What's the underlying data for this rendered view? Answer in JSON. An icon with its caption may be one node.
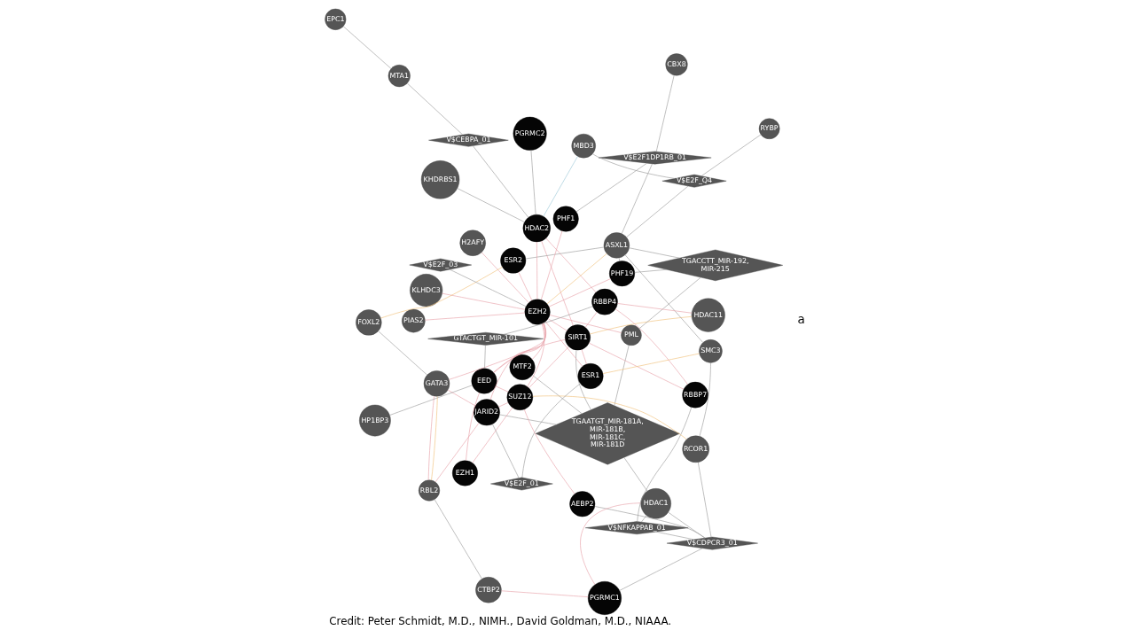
{
  "diagram": {
    "caption": "Credit: Peter Schmidt, M.D., NIMH., David Goldman, M.D., NIAAA.",
    "nodes": [
      {
        "text": [
          "CTBP2"
        ]
      },
      {
        "text": [
          "V$CDPCR3_01"
        ]
      },
      {
        "text": [
          "PGRMC1"
        ]
      },
      {
        "text": [
          "V$NFKAPPAB_01"
        ]
      },
      {
        "text": [
          "RBL2"
        ]
      },
      {
        "text": [
          "TGAATGT_MIR-181A,MIR-181B,MIR-181C,MIR-181D"
        ]
      },
      {
        "text": [
          "SIRT1"
        ]
      },
      {
        "text": [
          "RCOR1"
        ]
      },
      {
        "text": [
          "HDAC1"
        ]
      },
      {
        "text": [
          "V$E2F_01"
        ]
      },
      {
        "text": [
          "SMC3"
        ]
      },
      {
        "text": [
          "GATA3"
        ]
      },
      {
        "text": [
          "PML"
        ]
      },
      {
        "text": [
          "JARID2"
        ]
      },
      {
        "text": [
          "HDAC11"
        ]
      },
      {
        "text": [
          "KLHDC3"
        ]
      },
      {
        "text": [
          "AEBP2"
        ]
      },
      {
        "text": [
          "RBBP7"
        ]
      },
      {
        "text": [
          "EPC1"
        ]
      },
      {
        "text": [
          "MTF2"
        ]
      },
      {
        "text": [
          "HP1BP3"
        ]
      },
      {
        "text": [
          "PIAS2"
        ]
      },
      {
        "text": [
          "EZH1"
        ]
      },
      {
        "text": [
          "H2AFY"
        ]
      },
      {
        "text": [
          "RBBP4"
        ]
      },
      {
        "text": [
          "SUZ12"
        ]
      },
      {
        "text": [
          "ESR1"
        ]
      },
      {
        "text": [
          "KHDRBS1"
        ]
      },
      {
        "text": [
          "GTACTGT_MIR-101"
        ]
      },
      {
        "text": [
          "TGACCTT_MIR-192,MIR-215"
        ]
      },
      {
        "text": [
          "MTA1"
        ]
      },
      {
        "text": [
          "EED"
        ]
      },
      {
        "text": [
          "ESR2"
        ]
      },
      {
        "text": [
          "HDAC2"
        ]
      },
      {
        "text": [
          "MBD3"
        ]
      },
      {
        "text": [
          "PGRMC2"
        ]
      },
      {
        "text": [
          "EZH2"
        ]
      },
      {
        "text": [
          "V$CEBPA_01"
        ]
      },
      {
        "text": [
          "V$E2F_03"
        ]
      },
      {
        "text": [
          "RYBP"
        ]
      },
      {
        "text": [
          "FOXL2"
        ]
      },
      {
        "text": [
          "PHF1"
        ]
      },
      {
        "text": [
          "PHF19"
        ]
      },
      {
        "text": [
          "V$E2F1DP1RB_01"
        ]
      },
      {
        "text": [
          "ASXL1"
        ]
      },
      {
        "text": [
          "CBX8"
        ]
      },
      {
        "text": [
          "V$E2F_Q4"
        ]
      }
    ],
    "edges": [
      {
        "from": 3,
        "to": 1,
        "arrow": "none"
      },
      {
        "from": 1,
        "to": 2,
        "arrow": "none"
      },
      {
        "from": 3,
        "to": 17,
        "arrow": "none"
      },
      {
        "from": 3,
        "to": 8,
        "arrow": "none"
      },
      {
        "from": 1,
        "to": 7,
        "arrow": "none"
      },
      {
        "from": 1,
        "to": 8,
        "arrow": "none"
      },
      {
        "from": 1,
        "to": 16,
        "arrow": "none"
      },
      {
        "from": 6,
        "to": 5,
        "arrow": "none"
      },
      {
        "from": 7,
        "to": 10,
        "arrow": "none"
      },
      {
        "from": 0,
        "to": 4,
        "arrow": "none"
      },
      {
        "from": 5,
        "to": 13,
        "arrow": "none"
      },
      {
        "from": 5,
        "to": 19,
        "arrow": "none"
      },
      {
        "from": 5,
        "to": 12,
        "arrow": "none"
      },
      {
        "from": 5,
        "to": 8,
        "arrow": "none"
      },
      {
        "from": 10,
        "to": 44,
        "arrow": "none"
      },
      {
        "from": 11,
        "to": 40,
        "arrow": "none"
      },
      {
        "from": 29,
        "to": 44,
        "arrow": "none"
      },
      {
        "from": 36,
        "to": 38,
        "arrow": "none"
      },
      {
        "from": 42,
        "to": 44,
        "arrow": "none"
      },
      {
        "from": 43,
        "to": 44,
        "arrow": "none"
      },
      {
        "from": 46,
        "to": 44,
        "arrow": "none"
      },
      {
        "from": 46,
        "to": 34,
        "arrow": "none"
      },
      {
        "from": 46,
        "to": 39,
        "arrow": "none"
      },
      {
        "from": 35,
        "to": 33,
        "arrow": "none"
      },
      {
        "from": 37,
        "to": 30,
        "arrow": "none"
      },
      {
        "from": 37,
        "to": 33,
        "arrow": "none"
      },
      {
        "from": 43,
        "to": 41,
        "arrow": "none"
      },
      {
        "from": 18,
        "to": 30,
        "arrow": "none"
      },
      {
        "from": 28,
        "to": 24,
        "arrow": "none"
      },
      {
        "from": 28,
        "to": 31,
        "arrow": "none"
      },
      {
        "from": 9,
        "to": 13,
        "arrow": "none"
      },
      {
        "from": 9,
        "to": 26,
        "arrow": "none"
      },
      {
        "from": 12,
        "to": 29,
        "arrow": "none"
      },
      {
        "from": 42,
        "to": 29,
        "arrow": "none"
      },
      {
        "from": 32,
        "to": 44,
        "arrow": "none"
      },
      {
        "from": 43,
        "to": 45,
        "arrow": "none"
      },
      {
        "from": 20,
        "to": 31,
        "arrow": "none"
      },
      {
        "from": 27,
        "to": 33,
        "arrow": "none"
      },
      {
        "from": 0,
        "to": 2,
        "arrow": "none",
        "color": "#e8a0a8"
      },
      {
        "from": 4,
        "to": 11,
        "arrow": "none",
        "color": "#e8a0a8"
      },
      {
        "from": 4,
        "to": 13,
        "arrow": "none",
        "color": "#e8a0a8"
      },
      {
        "from": 11,
        "to": 13,
        "arrow": "none",
        "color": "#e8a0a8"
      },
      {
        "from": 6,
        "to": 25,
        "arrow": "none",
        "color": "#e8a0a8"
      },
      {
        "from": 6,
        "to": 31,
        "arrow": "none",
        "color": "#e8a0a8"
      },
      {
        "from": 6,
        "to": 36,
        "arrow": "none",
        "color": "#e8a0a8"
      },
      {
        "from": 6,
        "to": 24,
        "arrow": "none",
        "color": "#e8a0a8"
      },
      {
        "from": 6,
        "to": 17,
        "arrow": "none",
        "color": "#e8a0a8"
      },
      {
        "from": 6,
        "to": 33,
        "arrow": "none",
        "color": "#e8a0a8"
      },
      {
        "from": 6,
        "to": 26,
        "arrow": "none",
        "color": "#e8a0a8"
      },
      {
        "from": 25,
        "to": 31,
        "arrow": "none",
        "color": "#e8a0a8"
      },
      {
        "from": 25,
        "to": 36,
        "arrow": "none",
        "color": "#e8a0a8"
      },
      {
        "from": 31,
        "to": 36,
        "arrow": "none",
        "color": "#e8a0a8"
      },
      {
        "from": 22,
        "to": 31,
        "arrow": "none",
        "color": "#e8a0a8"
      },
      {
        "from": 22,
        "to": 25,
        "arrow": "none",
        "color": "#e8a0a8"
      },
      {
        "from": 24,
        "to": 17,
        "arrow": "none",
        "color": "#e8a0a8"
      },
      {
        "from": 24,
        "to": 33,
        "arrow": "none",
        "color": "#e8a0a8"
      },
      {
        "from": 16,
        "to": 25,
        "arrow": "none",
        "color": "#e8a0a8"
      },
      {
        "from": 13,
        "to": 25,
        "arrow": "none",
        "color": "#e8a0a8"
      },
      {
        "from": 13,
        "to": 36,
        "arrow": "none",
        "color": "#e8a0a8"
      },
      {
        "from": 19,
        "to": 36,
        "arrow": "none",
        "color": "#e8a0a8"
      },
      {
        "from": 41,
        "to": 36,
        "arrow": "none",
        "color": "#e8a0a8"
      },
      {
        "from": 42,
        "to": 36,
        "arrow": "none",
        "color": "#e8a0a8"
      },
      {
        "from": 33,
        "to": 36,
        "arrow": "none",
        "color": "#e8a0a8"
      },
      {
        "from": 26,
        "to": 36,
        "arrow": "none",
        "color": "#e8a0a8"
      },
      {
        "from": 32,
        "to": 36,
        "arrow": "none",
        "color": "#e8a0a8"
      },
      {
        "from": 21,
        "to": 36,
        "arrow": "none",
        "color": "#e8a0a8"
      },
      {
        "from": 23,
        "to": 36,
        "arrow": "none",
        "color": "#e8a0a8"
      },
      {
        "from": 15,
        "to": 36,
        "arrow": "none",
        "color": "#e8a0a8"
      },
      {
        "from": 12,
        "to": 36,
        "arrow": "none",
        "color": "#e8a0a8"
      },
      {
        "from": 11,
        "to": 36,
        "arrow": "none",
        "color": "#e8a0a8"
      },
      {
        "from": 14,
        "to": 24,
        "arrow": "none",
        "color": "#e8a0a8"
      },
      {
        "from": 2,
        "to": 8,
        "arrow": "none",
        "color": "#e8a0a8"
      },
      {
        "from": 6,
        "to": 14,
        "arrow": "none",
        "color": "#f0c078"
      },
      {
        "from": 7,
        "to": 25,
        "arrow": "none",
        "color": "#f0c078"
      },
      {
        "from": 32,
        "to": 40,
        "arrow": "none",
        "color": "#f0c078"
      },
      {
        "from": 36,
        "to": 44,
        "arrow": "none",
        "color": "#f0c078"
      },
      {
        "from": 10,
        "to": 26,
        "arrow": "none",
        "color": "#f0c078"
      },
      {
        "from": 4,
        "to": 11,
        "arrow": "none",
        "color": "#f0c078"
      },
      {
        "from": 33,
        "to": 34,
        "arrow": "none",
        "color": "#9cc8d8"
      }
    ],
    "labels": [
      "a"
    ]
  }
}
